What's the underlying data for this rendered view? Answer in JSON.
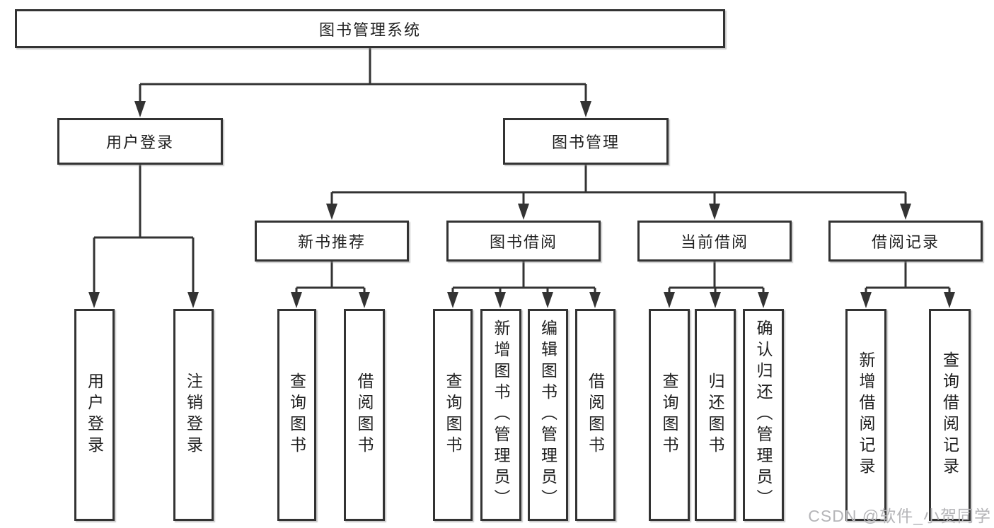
{
  "diagram": {
    "title": "图书管理系统",
    "nodes": {
      "root": {
        "label": "图书管理系统"
      },
      "userLogin": {
        "label": "用户登录"
      },
      "bookMgmt": {
        "label": "图书管理"
      },
      "userLoginAction": {
        "label": "用户登录"
      },
      "logoutAction": {
        "label": "注销登录"
      },
      "newBookRec": {
        "label": "新书推荐"
      },
      "bookBorrow": {
        "label": "图书借阅"
      },
      "currentBorrow": {
        "label": "当前借阅"
      },
      "borrowRecord": {
        "label": "借阅记录"
      },
      "nbQueryBooks": {
        "label": "查询图书"
      },
      "nbBorrowBooks": {
        "label": "借阅图书"
      },
      "bbQueryBooks": {
        "label": "查询图书"
      },
      "bbAddBooks": {
        "label": "新增图书（管理员）"
      },
      "bbEditBooks": {
        "label": "编辑图书（管理员）"
      },
      "bbBorrowBooks": {
        "label": "借阅图书"
      },
      "cbQueryBooks": {
        "label": "查询图书"
      },
      "cbReturnBooks": {
        "label": "归还图书"
      },
      "cbConfirmReturn": {
        "label": "确认归还（管理员）"
      },
      "brAddRecord": {
        "label": "新增借阅记录"
      },
      "brQueryRecord": {
        "label": "查询借阅记录"
      }
    },
    "edges": [
      [
        "root",
        "userLogin"
      ],
      [
        "root",
        "bookMgmt"
      ],
      [
        "userLogin",
        "userLoginAction"
      ],
      [
        "userLogin",
        "logoutAction"
      ],
      [
        "bookMgmt",
        "newBookRec"
      ],
      [
        "bookMgmt",
        "bookBorrow"
      ],
      [
        "bookMgmt",
        "currentBorrow"
      ],
      [
        "bookMgmt",
        "borrowRecord"
      ],
      [
        "newBookRec",
        "nbQueryBooks"
      ],
      [
        "newBookRec",
        "nbBorrowBooks"
      ],
      [
        "bookBorrow",
        "bbQueryBooks"
      ],
      [
        "bookBorrow",
        "bbAddBooks"
      ],
      [
        "bookBorrow",
        "bbEditBooks"
      ],
      [
        "bookBorrow",
        "bbBorrowBooks"
      ],
      [
        "currentBorrow",
        "cbQueryBooks"
      ],
      [
        "currentBorrow",
        "cbReturnBooks"
      ],
      [
        "currentBorrow",
        "cbConfirmReturn"
      ],
      [
        "borrowRecord",
        "brAddRecord"
      ],
      [
        "borrowRecord",
        "brQueryRecord"
      ]
    ],
    "colors": {
      "line": "#333333",
      "box_border": "#333333",
      "box_fill": "#ffffff",
      "text": "#1f1f1f",
      "background": "#ffffff",
      "watermark": "#b5b5b8"
    },
    "watermark": "CSDN @软件_小贺同学"
  }
}
